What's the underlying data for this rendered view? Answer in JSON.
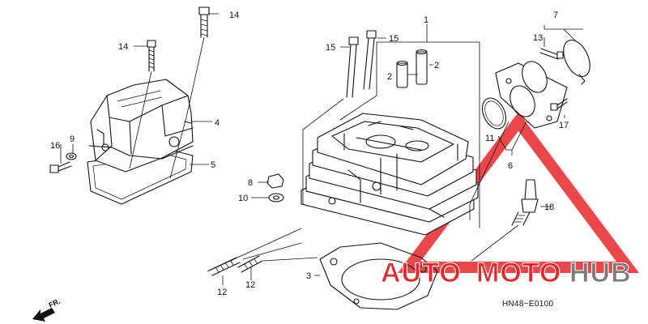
{
  "diagram": {
    "code": "HN48−E0100",
    "direction": "FR.",
    "labels": [
      {
        "id": "l1",
        "text": "1"
      },
      {
        "id": "l2a",
        "text": "2"
      },
      {
        "id": "l2b",
        "text": "2"
      },
      {
        "id": "l3",
        "text": "3"
      },
      {
        "id": "l4",
        "text": "4"
      },
      {
        "id": "l5",
        "text": "5"
      },
      {
        "id": "l6",
        "text": "6"
      },
      {
        "id": "l7",
        "text": "7"
      },
      {
        "id": "l8",
        "text": "8"
      },
      {
        "id": "l9",
        "text": "9"
      },
      {
        "id": "l10",
        "text": "10"
      },
      {
        "id": "l11",
        "text": "11"
      },
      {
        "id": "l12a",
        "text": "12"
      },
      {
        "id": "l12b",
        "text": "12"
      },
      {
        "id": "l13",
        "text": "13"
      },
      {
        "id": "l14a",
        "text": "14"
      },
      {
        "id": "l14b",
        "text": "14"
      },
      {
        "id": "l15a",
        "text": "15"
      },
      {
        "id": "l15b",
        "text": "15"
      },
      {
        "id": "l16",
        "text": "16"
      },
      {
        "id": "l17",
        "text": "17"
      },
      {
        "id": "l18",
        "text": "18"
      }
    ]
  },
  "watermark": {
    "word_auto": "AUTO",
    "word_moto": "MOTO",
    "word_hub": "HUB",
    "color_red": "#e8262a",
    "color_gray": "#7a7a7a"
  }
}
